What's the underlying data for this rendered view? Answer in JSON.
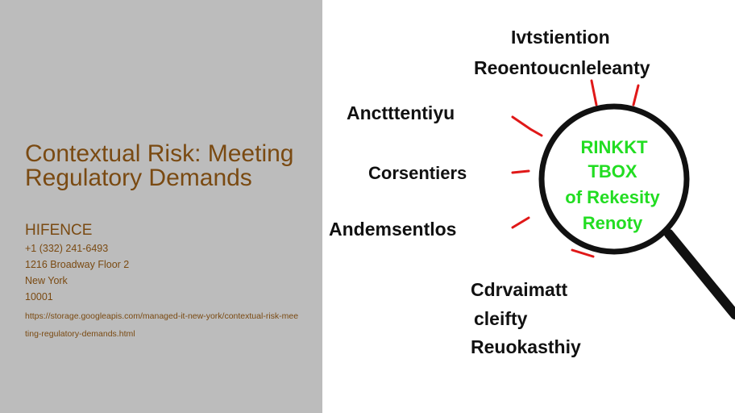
{
  "slide": {
    "title": "Contextual Risk: Meeting Regulatory Demands",
    "company": "HIFENCE",
    "phone": "+1 (332) 241-6493",
    "address_line1": "1216 Broadway Floor 2",
    "city": "New York",
    "zip": "10001",
    "url": "https://storage.googleapis.com/managed-it-new-york/contextual-risk-meeting-regulatory-demands.html"
  },
  "illustration": {
    "top_line1": "Ivtstiention",
    "top_line2": "Reoentoucnleleanty",
    "left_label1": "Anctttentiyu",
    "left_label2": "Corsentiers",
    "left_label3": "Andemsentlos",
    "lens_line1": "RINKKT",
    "lens_line2": "TBOX",
    "lens_line3": "of Rekesity",
    "lens_line4": "Renoty",
    "bottom_line1": "Cdrvaimatt",
    "bottom_line2": "cleifty",
    "bottom_line3": "Reuokasthiy",
    "colors": {
      "lens_text": "#22dd22",
      "connector": "#e01818",
      "ink": "#111111"
    }
  }
}
